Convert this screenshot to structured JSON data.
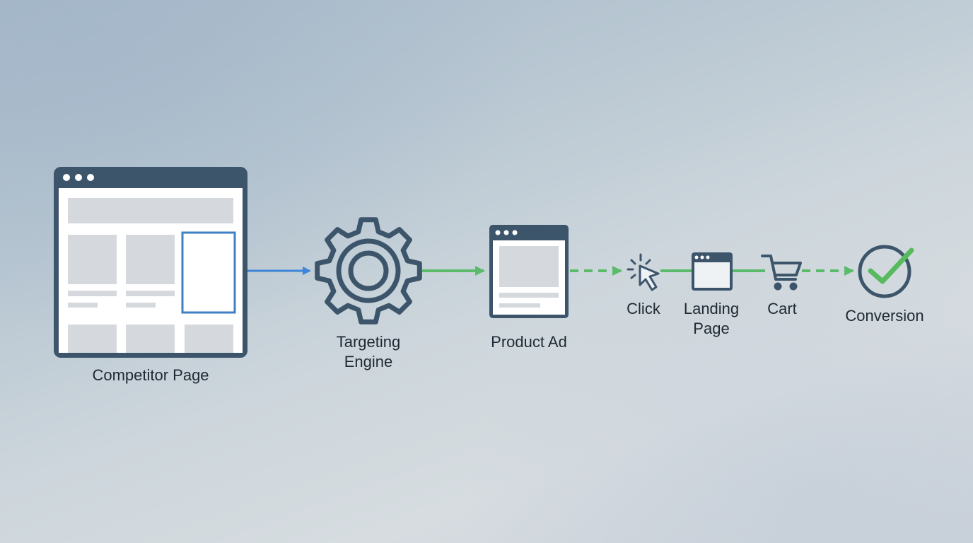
{
  "nodes": {
    "competitor_page": {
      "label": "Competitor Page",
      "icon": "browser-window-icon"
    },
    "targeting_engine": {
      "label_line1": "Targeting",
      "label_line2": "Engine",
      "icon": "gear-icon"
    },
    "product_ad": {
      "label": "Product Ad",
      "icon": "ad-window-icon"
    },
    "click": {
      "label": "Click",
      "icon": "cursor-click-icon"
    },
    "landing_page": {
      "label_line1": "Landing",
      "label_line2": "Page",
      "icon": "browser-window-icon"
    },
    "cart": {
      "label": "Cart",
      "icon": "shopping-cart-icon"
    },
    "conversion": {
      "label": "Conversion",
      "icon": "checkmark-circle-icon"
    }
  },
  "colors": {
    "icon_stroke": "#3d556b",
    "arrow_blue": "#3d85d6",
    "arrow_green": "#5cbb6b",
    "placeholder_gray": "#d5d9dd",
    "highlight_blue": "#3f7fc4",
    "check_green": "#58ba5e"
  }
}
